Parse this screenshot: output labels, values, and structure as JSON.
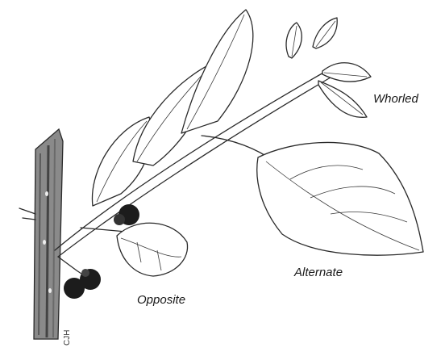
{
  "labels": {
    "whorled": "Whorled",
    "alternate": "Alternate",
    "opposite": "Opposite"
  },
  "signature": "CJH",
  "colors": {
    "ink": "#2a2a2a",
    "berry": "#1c1c1c",
    "bark": "#6a6a6a"
  }
}
